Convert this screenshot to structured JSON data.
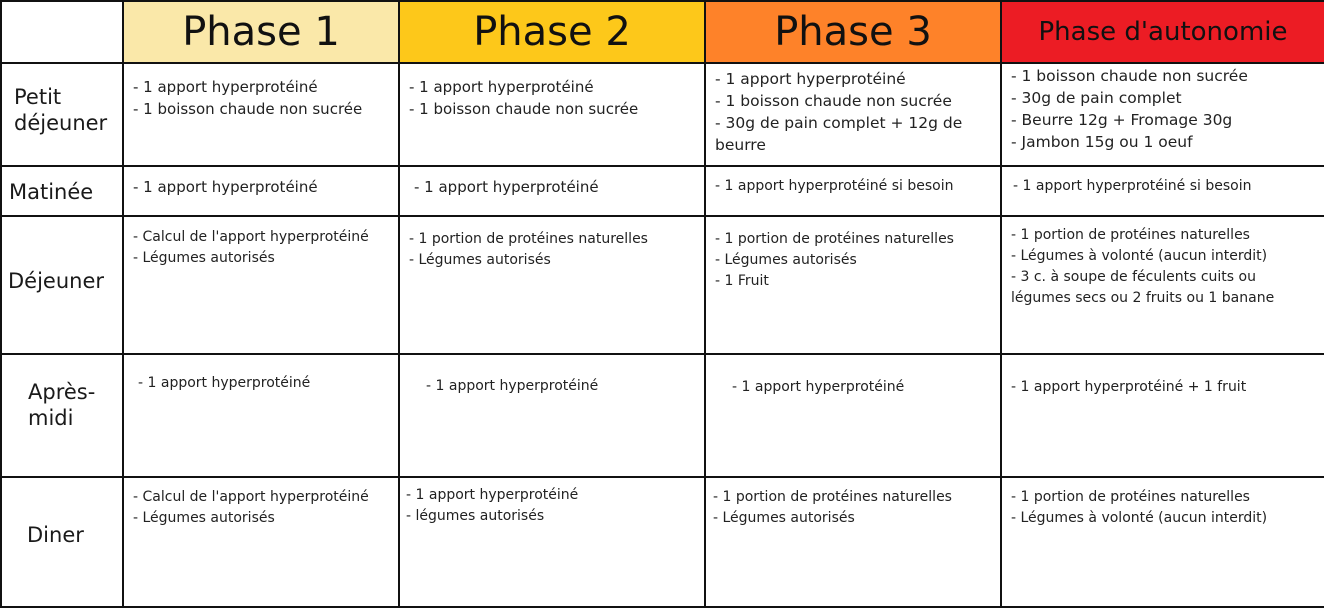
{
  "phases": [
    {
      "label": "Phase 1",
      "color": "#fae8a9"
    },
    {
      "label": "Phase 2",
      "color": "#fdc81a"
    },
    {
      "label": "Phase 3",
      "color": "#fe8229"
    },
    {
      "label": "Phase d'autonomie",
      "color": "#ec1c24"
    }
  ],
  "meals": [
    {
      "label": "Petit\ndéjeuner"
    },
    {
      "label": "Matinée"
    },
    {
      "label": "Déjeuner"
    },
    {
      "label": "Après-\nmidi"
    },
    {
      "label": "Diner"
    }
  ],
  "cells": {
    "petit_dejeuner": {
      "phase1": [
        "- 1 apport hyperprotéiné",
        "- 1 boisson chaude non sucrée"
      ],
      "phase2": [
        "- 1 apport hyperprotéiné",
        "- 1 boisson chaude non sucrée"
      ],
      "phase3": [
        "- 1 apport hyperprotéiné",
        "- 1 boisson chaude non sucrée",
        "- 30g de pain complet + 12g de beurre"
      ],
      "autonomie": [
        "- 1 boisson chaude non sucrée",
        "- 30g de pain complet",
        "- Beurre 12g + Fromage 30g",
        "- Jambon 15g ou 1 oeuf"
      ]
    },
    "matinee": {
      "phase1": [
        "- 1 apport hyperprotéiné"
      ],
      "phase2": [
        "- 1 apport hyperprotéiné"
      ],
      "phase3": [
        "- 1 apport hyperprotéiné si besoin"
      ],
      "autonomie": [
        "- 1 apport hyperprotéiné si besoin"
      ]
    },
    "dejeuner": {
      "phase1": [
        "- Calcul de l'apport hyperprotéiné",
        "- Légumes autorisés"
      ],
      "phase2": [
        "- 1 portion de protéines naturelles",
        "- Légumes autorisés"
      ],
      "phase3": [
        "- 1 portion de protéines naturelles",
        "- Légumes autorisés",
        "- 1 Fruit"
      ],
      "autonomie": [
        "- 1 portion de protéines naturelles",
        "- Légumes à volonté (aucun interdit)",
        "- 3 c. à soupe de féculents cuits ou légumes secs ou 2 fruits ou 1 banane"
      ]
    },
    "apres_midi": {
      "phase1": [
        "- 1 apport hyperprotéiné"
      ],
      "phase2": [
        "- 1 apport hyperprotéiné"
      ],
      "phase3": [
        "- 1 apport hyperprotéiné"
      ],
      "autonomie": [
        "- 1 apport hyperprotéiné + 1 fruit"
      ]
    },
    "diner": {
      "phase1": [
        "- Calcul de l'apport hyperprotéiné",
        "- Légumes autorisés"
      ],
      "phase2": [
        "- 1 apport hyperprotéiné",
        "- légumes autorisés"
      ],
      "phase3": [
        "- 1 portion de protéines naturelles",
        "- Légumes autorisés"
      ],
      "autonomie": [
        "- 1 portion de protéines naturelles",
        "- Légumes à volonté (aucun interdit)"
      ]
    }
  }
}
